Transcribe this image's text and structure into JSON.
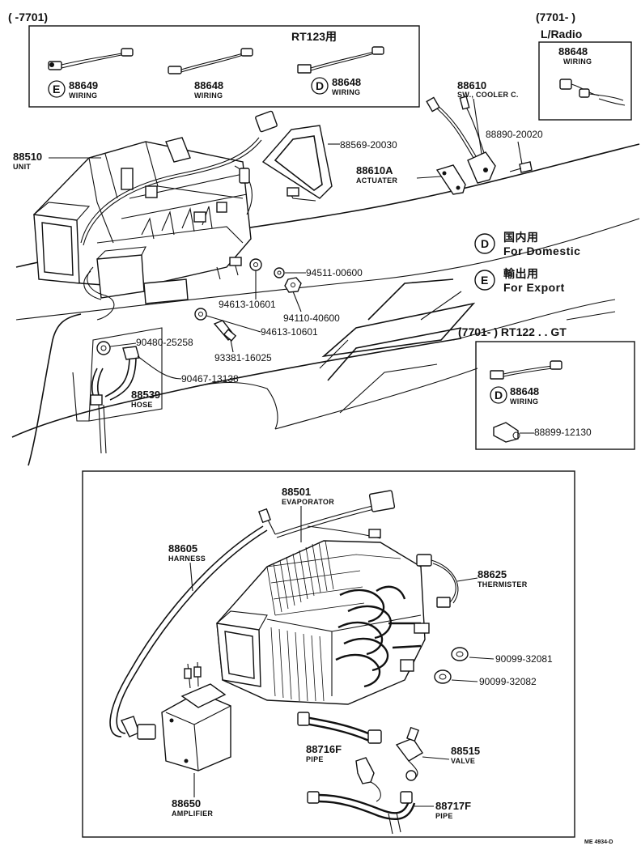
{
  "header": {
    "left_range": "(      -7701)",
    "right_range": "(7701-       )",
    "rt123": "RT123用",
    "lradio": "L/Radio",
    "rt122_range": "(7701-        ) RT122 . . GT"
  },
  "parts": {
    "p88649": {
      "num": "88649",
      "desc": "WIRING",
      "marker": "E"
    },
    "p88648a": {
      "num": "88648",
      "desc": "WIRING"
    },
    "p88648b": {
      "num": "88648",
      "desc": "WIRING",
      "marker": "D"
    },
    "p88648c": {
      "num": "88648",
      "desc": "WIRING"
    },
    "p88648d": {
      "num": "88648",
      "desc": "WIRING",
      "marker": "D"
    },
    "p88610": {
      "num": "88610",
      "desc": "SW., COOLER C."
    },
    "p88890": {
      "num": "88890-20020"
    },
    "p88610a": {
      "num": "88610A",
      "desc": "ACTUATER"
    },
    "p88510": {
      "num": "88510",
      "desc": "UNIT"
    },
    "p88569": {
      "num": "88569-20030"
    },
    "p94511": {
      "num": "94511-00600"
    },
    "p94613a": {
      "num": "94613-10601"
    },
    "p94110": {
      "num": "94110-40600"
    },
    "p94613b": {
      "num": "94613-10601"
    },
    "p90480": {
      "num": "90480-25258"
    },
    "p93381": {
      "num": "93381-16025"
    },
    "p90467": {
      "num": "90467-13138"
    },
    "p88539": {
      "num": "88539",
      "desc": "HOSE"
    },
    "p88899": {
      "num": "88899-12130"
    },
    "p88501": {
      "num": "88501",
      "desc": "EVAPORATOR"
    },
    "p88605": {
      "num": "88605",
      "desc": "HARNESS"
    },
    "p88625": {
      "num": "88625",
      "desc": "THERMISTER"
    },
    "p90099a": {
      "num": "90099-32081"
    },
    "p90099b": {
      "num": "90099-32082"
    },
    "p88716f": {
      "num": "88716F",
      "desc": "PIPE"
    },
    "p88515": {
      "num": "88515",
      "desc": "VALVE"
    },
    "p88650": {
      "num": "88650",
      "desc": "AMPLIFIER"
    },
    "p88717f": {
      "num": "88717F",
      "desc": "PIPE"
    }
  },
  "legend": {
    "domestic": {
      "marker": "D",
      "jp": "国内用",
      "en": "For Domestic"
    },
    "export": {
      "marker": "E",
      "jp": "輸出用",
      "en": "For Export"
    }
  },
  "footer": {
    "code": "ME 4934-D"
  }
}
